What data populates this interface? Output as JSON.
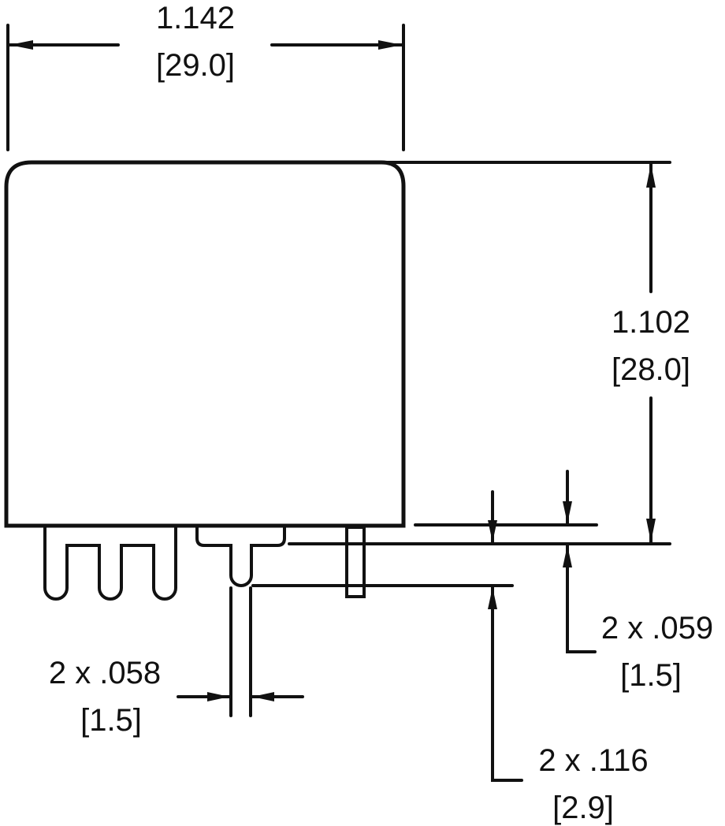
{
  "dimensions": {
    "width": {
      "inch": "1.142",
      "mm": "[29.0]"
    },
    "height": {
      "inch": "1.102",
      "mm": "[28.0]"
    },
    "pin_width": {
      "inch": "2 x .058",
      "mm": "[1.5]"
    },
    "standoff": {
      "inch": "2 x .059",
      "mm": "[1.5]"
    },
    "pin_length": {
      "inch": "2 x .116",
      "mm": "[2.9]"
    }
  }
}
